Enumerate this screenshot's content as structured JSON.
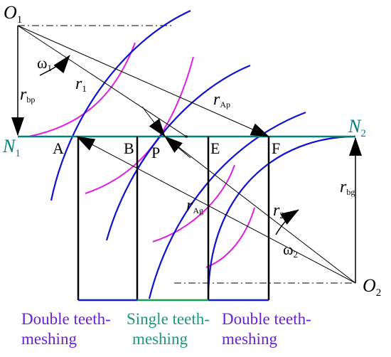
{
  "colors": {
    "line_of_action": "#008080",
    "involute_blue": "#1010d0",
    "involute_magenta": "#e020e0",
    "black": "#000000",
    "purple_text": "#6a1fd6",
    "teal_text": "#1a9a7a",
    "blue_bar": "#1a1ad0",
    "green_bar": "#10a050"
  },
  "labels": {
    "o1": "O",
    "o1_sub": "1",
    "o2": "O",
    "o2_sub": "2",
    "n1": "N",
    "n1_sub": "1",
    "n2": "N",
    "n2_sub": "2",
    "omega1": "ω",
    "omega1_sub": "1",
    "omega2": "ω",
    "omega2_sub": "2",
    "r1": "r",
    "r1_sub": "1",
    "r2": "r",
    "r2_sub": "2",
    "rbp": "r",
    "rbp_sub": "bp",
    "rbg": "r",
    "rbg_sub": "bg",
    "rAp": "r",
    "rAp_sub": "Ap",
    "rAg": "r",
    "rAg_sub": "Ag",
    "point_a": "A",
    "point_b": "B",
    "point_p": "P",
    "point_e": "E",
    "point_f": "F"
  },
  "zones": {
    "double1_line1": "Double teeth-",
    "double1_line2": "meshing",
    "single_line1": "Single teeth-",
    "single_line2": "meshing",
    "double2_line1": "Double teeth-",
    "double2_line2": "meshing"
  }
}
